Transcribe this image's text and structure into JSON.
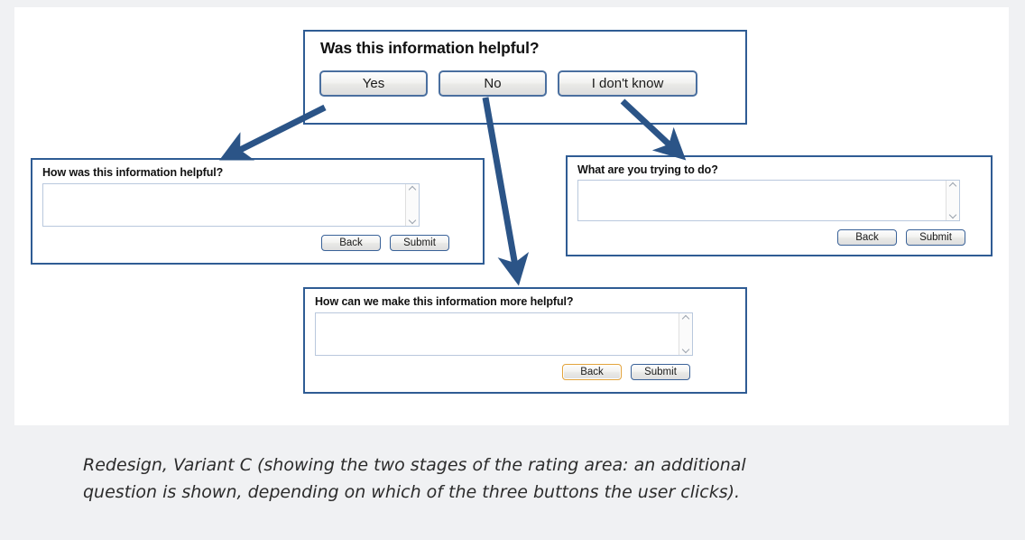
{
  "figure": {
    "caption_line1": "Redesign, Variant C (showing the two stages of the rating area: an additional",
    "caption_line2": "question is shown, depending on which of the three buttons the user clicks)."
  },
  "colors": {
    "panel_border": "#2f5c94",
    "arrow": "#2b5487",
    "button_border": "#3a6298",
    "focus_border": "#e2a33c",
    "page_background": "#f0f1f3",
    "canvas_background": "#ffffff"
  },
  "rating_widget": {
    "question": "Was this information helpful?",
    "buttons": [
      {
        "label": "Yes"
      },
      {
        "label": "No"
      },
      {
        "label": "I don't know"
      }
    ]
  },
  "followups": {
    "yes": {
      "question": "How was this information helpful?",
      "textarea_value": "",
      "textarea_placeholder": "",
      "back_label": "Back",
      "submit_label": "Submit",
      "focused_button": ""
    },
    "no": {
      "question": "How can we make this information more helpful?",
      "textarea_value": "",
      "textarea_placeholder": "",
      "back_label": "Back",
      "submit_label": "Submit",
      "focused_button": "Back"
    },
    "dont_know": {
      "question": "What are you trying to do?",
      "textarea_value": "",
      "textarea_placeholder": "",
      "back_label": "Back",
      "submit_label": "Submit",
      "focused_button": ""
    }
  },
  "arrows": [
    {
      "from": "Yes",
      "to": "How was this information helpful?"
    },
    {
      "from": "No",
      "to": "How can we make this information more helpful?"
    },
    {
      "from": "I don't know",
      "to": "What are you trying to do?"
    }
  ]
}
